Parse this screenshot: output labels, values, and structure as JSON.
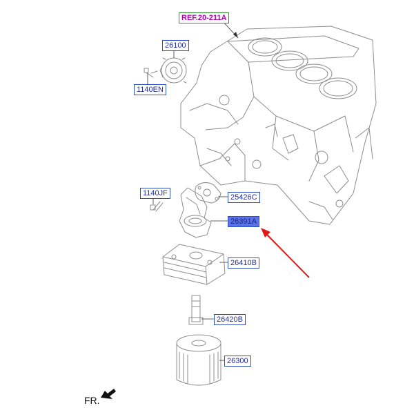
{
  "labels": {
    "ref": "REF.20-211A",
    "part_26100": "26100",
    "part_1140EN": "1140EN",
    "part_1140JF": "1140JF",
    "part_25426C": "25426C",
    "part_26391A": "26391A",
    "part_26410B": "26410B",
    "part_26420B": "26420B",
    "part_26300": "26300"
  },
  "footer": {
    "direction": "FR."
  },
  "colors": {
    "label_border": "#2f4fb8",
    "label_text": "#2230a0",
    "ref_text": "#b400b4",
    "ref_border": "#2e8b2e",
    "highlight": "#5a72e6",
    "pointer_arrow": "#e01818"
  }
}
